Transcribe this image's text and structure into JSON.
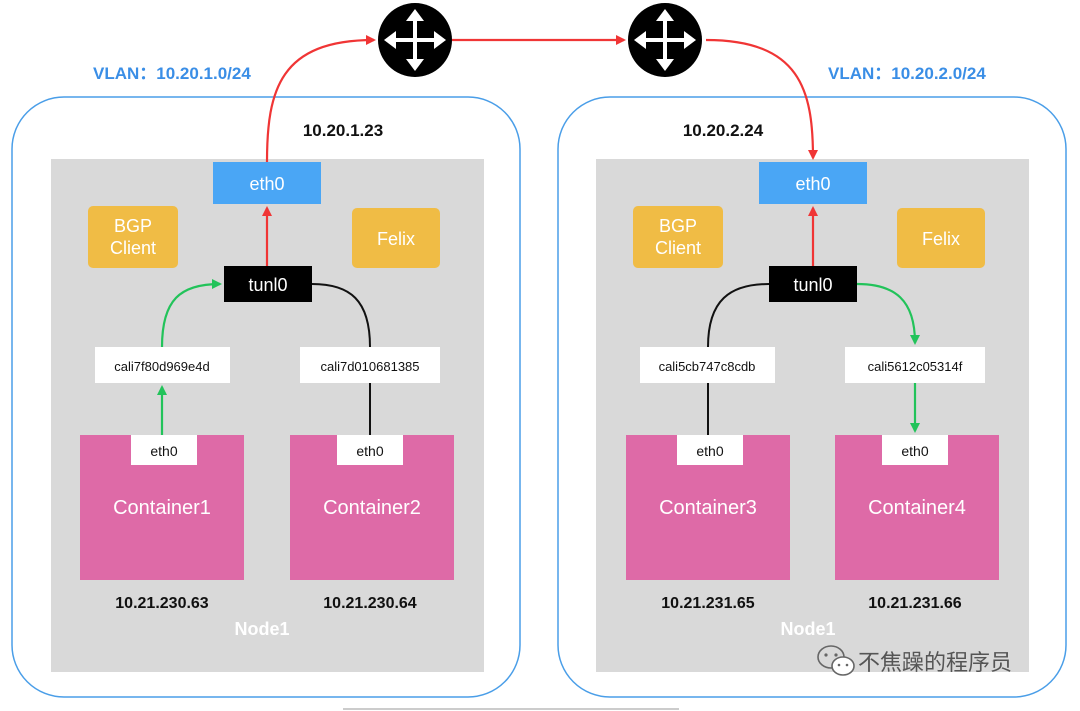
{
  "routers": [
    {
      "id": "router-left",
      "icon": "router-arrows-icon"
    },
    {
      "id": "router-right",
      "icon": "router-arrows-icon"
    }
  ],
  "nodes": [
    {
      "vlan": "VLAN：10.20.1.0/24",
      "host_ip": "10.20.1.23",
      "node_label": "Node1",
      "eth0": "eth0",
      "bgp": "BGP\nClient",
      "felix": "Felix",
      "tunl": "tunl0",
      "cali_left": "cali7f80d969e4d",
      "cali_right": "cali7d010681385",
      "containers": [
        {
          "name": "Container1",
          "iface": "eth0",
          "ip": "10.21.230.63"
        },
        {
          "name": "Container2",
          "iface": "eth0",
          "ip": "10.21.230.64"
        }
      ]
    },
    {
      "vlan": "VLAN：10.20.2.0/24",
      "host_ip": "10.20.2.24",
      "node_label": "Node1",
      "eth0": "eth0",
      "bgp": "BGP\nClient",
      "felix": "Felix",
      "tunl": "tunl0",
      "cali_left": "cali5cb747c8cdb",
      "cali_right": "cali5612c05314f",
      "containers": [
        {
          "name": "Container3",
          "iface": "eth0",
          "ip": "10.21.231.65"
        },
        {
          "name": "Container4",
          "iface": "eth0",
          "ip": "10.21.231.66"
        }
      ]
    }
  ],
  "watermark": "不焦躁的程序员",
  "colors": {
    "vlan_text": "#3a8ee6",
    "node_border": "#4a9ee8",
    "node_fill": "#d9d9d9",
    "eth_box": "#4aa6f5",
    "tunl_box": "#000000",
    "gold_box": "#f0bc45",
    "container": "#de6aa7",
    "red_arrow": "#f03535",
    "green_arrow": "#22c35a",
    "black_line": "#111111"
  }
}
